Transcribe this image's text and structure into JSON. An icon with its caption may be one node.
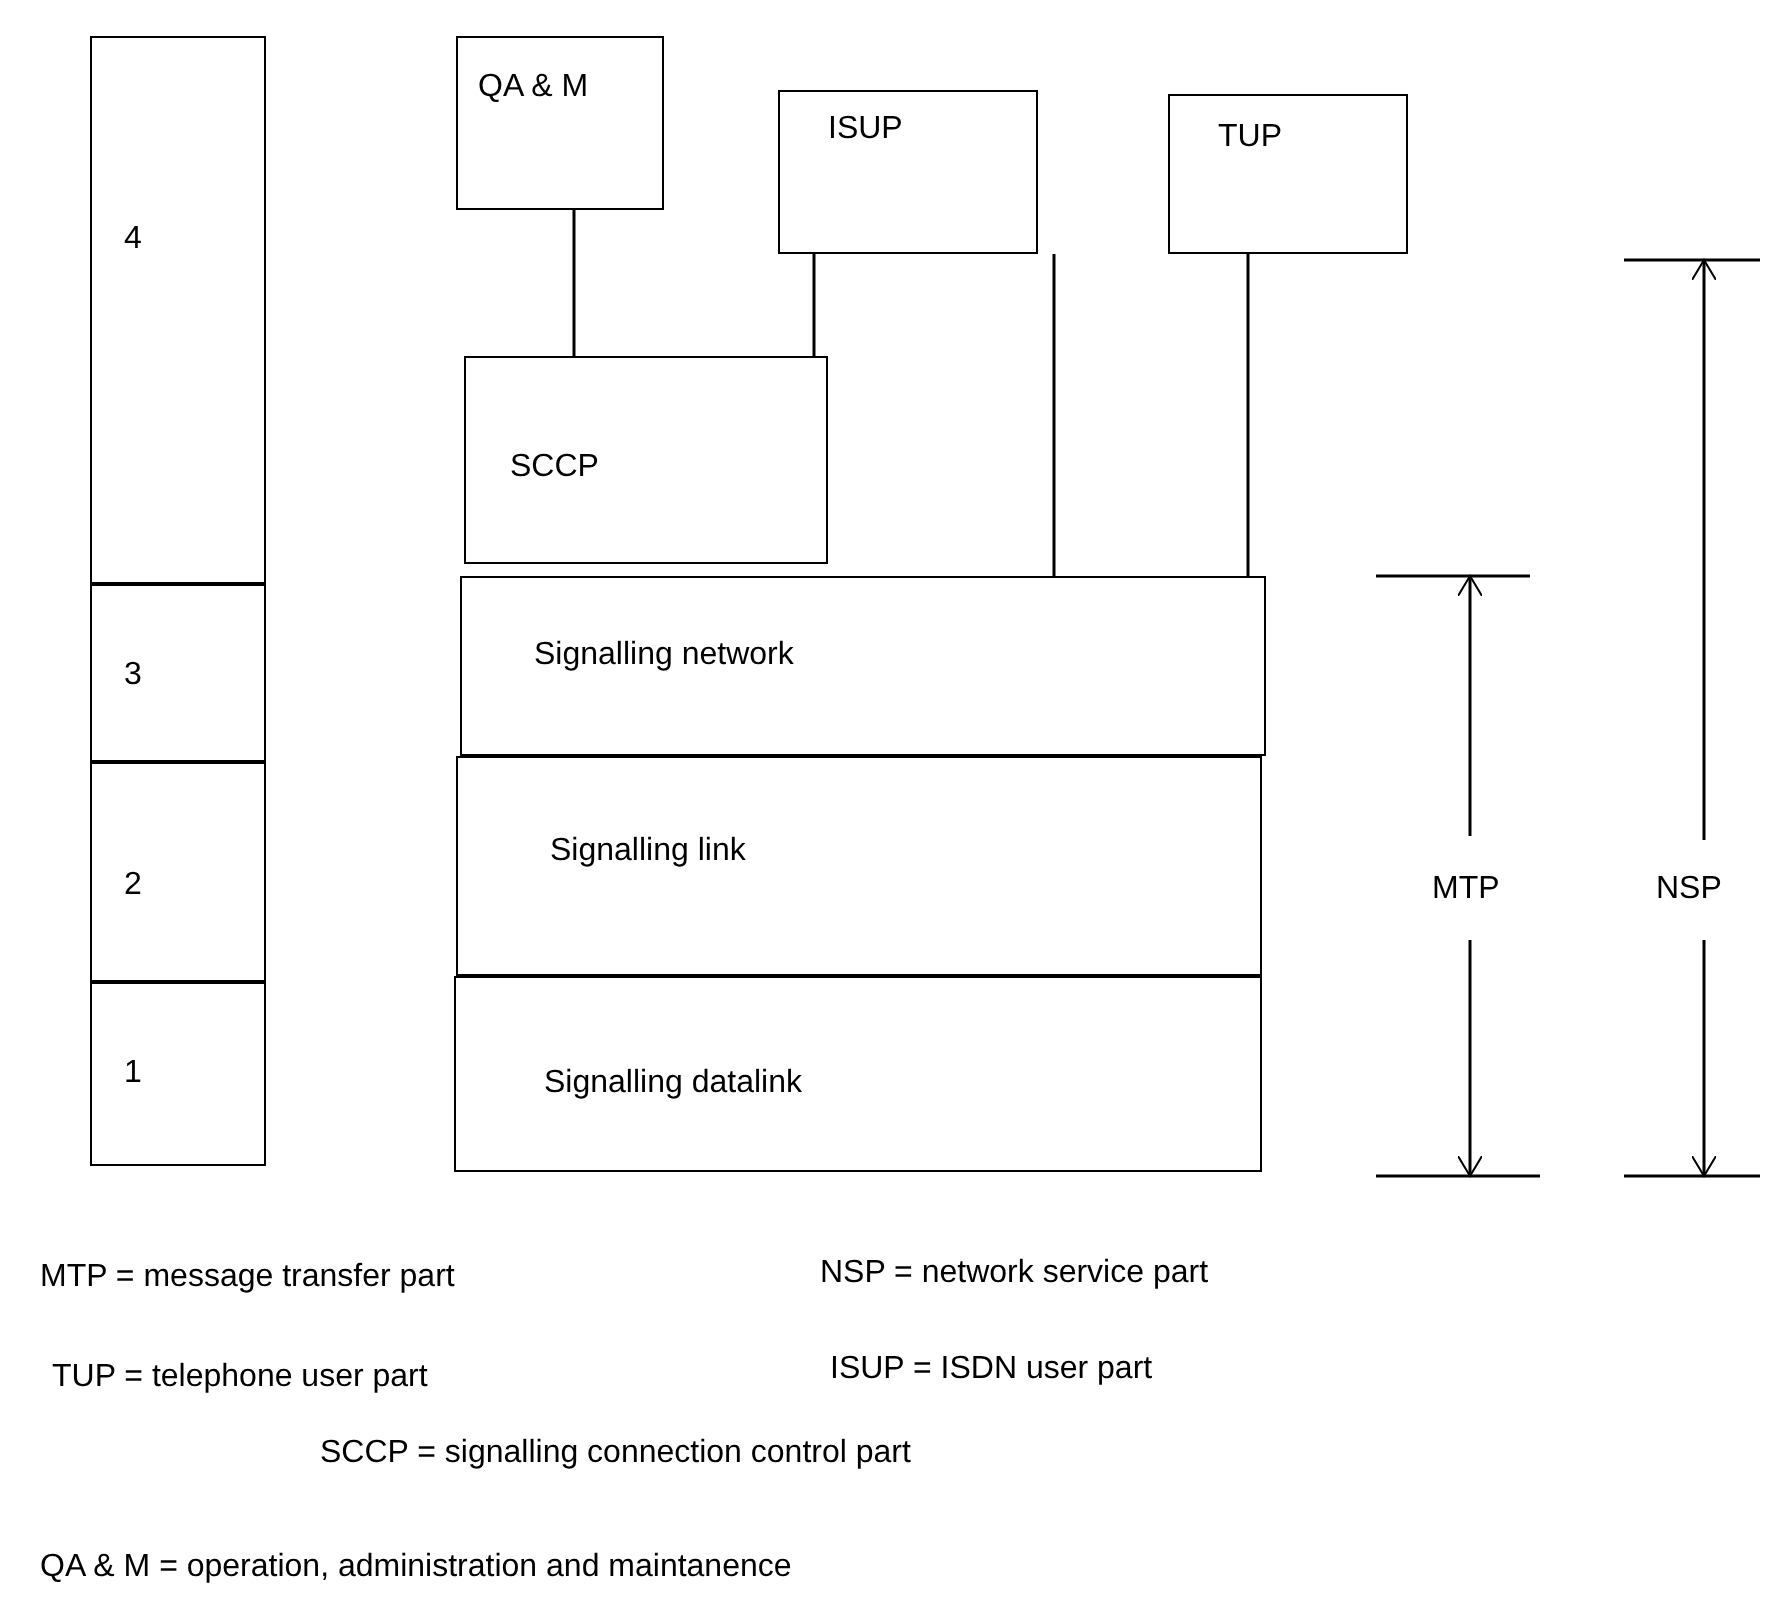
{
  "diagram": {
    "nodes": [
      {
        "text": [
          "4"
        ]
      },
      {
        "text": [
          "3"
        ]
      },
      {
        "text": [
          "2"
        ]
      },
      {
        "text": [
          "1"
        ]
      },
      {
        "text": [
          "QA & M"
        ]
      },
      {
        "text": [
          "ISUP"
        ]
      },
      {
        "text": [
          "TUP"
        ]
      },
      {
        "text": [
          "SCCP"
        ]
      },
      {
        "text": [
          "Signalling network"
        ]
      },
      {
        "text": [
          "Signalling link"
        ]
      },
      {
        "text": [
          "Signalling datalink"
        ]
      }
    ],
    "edges": [
      {
        "from": 4,
        "to": 7,
        "arrow": "none"
      },
      {
        "from": 5,
        "to": 7,
        "arrow": "none"
      },
      {
        "from": 5,
        "to": 8,
        "arrow": "none"
      },
      {
        "from": 6,
        "to": 8,
        "arrow": "none"
      }
    ],
    "labels": [
      "MTP",
      "NSP",
      "MTP = message transfer part",
      "NSP = network service part",
      "TUP = telephone user part",
      "ISUP = ISDN user part",
      "SCCP = signalling connection control part",
      "QA & M = operation, administration and maintanence"
    ]
  }
}
